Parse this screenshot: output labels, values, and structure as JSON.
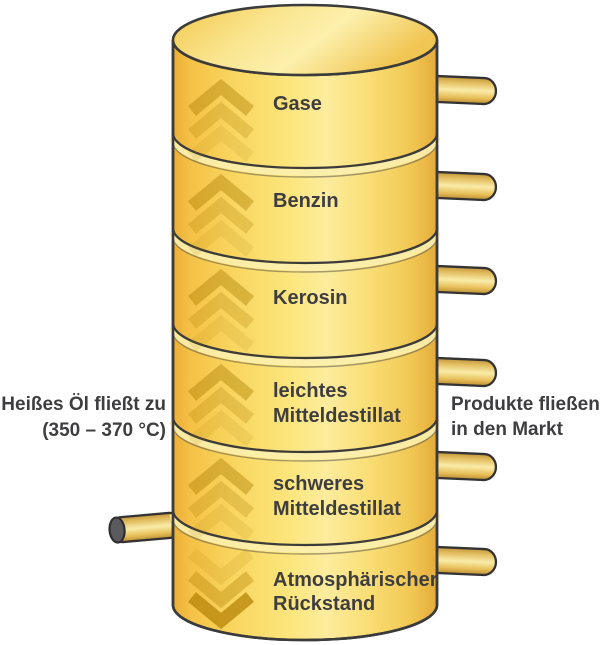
{
  "diagram": {
    "type": "distillation-column",
    "background_color": "#FFFFFF",
    "column": {
      "sections": [
        {
          "line1": "Gase",
          "line2": "",
          "flow_icon": "chevron-up"
        },
        {
          "line1": "Benzin",
          "line2": "",
          "flow_icon": "chevron-up"
        },
        {
          "line1": "Kerosin",
          "line2": "",
          "flow_icon": "chevron-up"
        },
        {
          "line1": "leichtes",
          "line2": "Mitteldestillat",
          "flow_icon": "chevron-up"
        },
        {
          "line1": "schweres",
          "line2": "Mitteldestillat",
          "flow_icon": "chevron-up"
        },
        {
          "line1": "Atmosphärischer",
          "line2": "Rückstand",
          "flow_icon": "chevron-down"
        }
      ],
      "outlet_pipes_right": 6,
      "inlet_pipe_left": 1
    },
    "annotations": {
      "left": {
        "line1": "Heißes Öl fließt zu",
        "line2": "(350 – 370 °C)"
      },
      "right": {
        "line1": "Produkte fließen",
        "line2": "in den Markt"
      }
    },
    "colors": {
      "column_dark_gold": "#ECAE36",
      "column_light_gold": "#FDEC9E",
      "outline": "#3B3B3B",
      "label_text": "#3E3E40",
      "pipe_highlight": "#F9ECA8",
      "pipe_mouth_gray": "#5B5B5F",
      "arrow_gold": "#A87B00"
    }
  }
}
